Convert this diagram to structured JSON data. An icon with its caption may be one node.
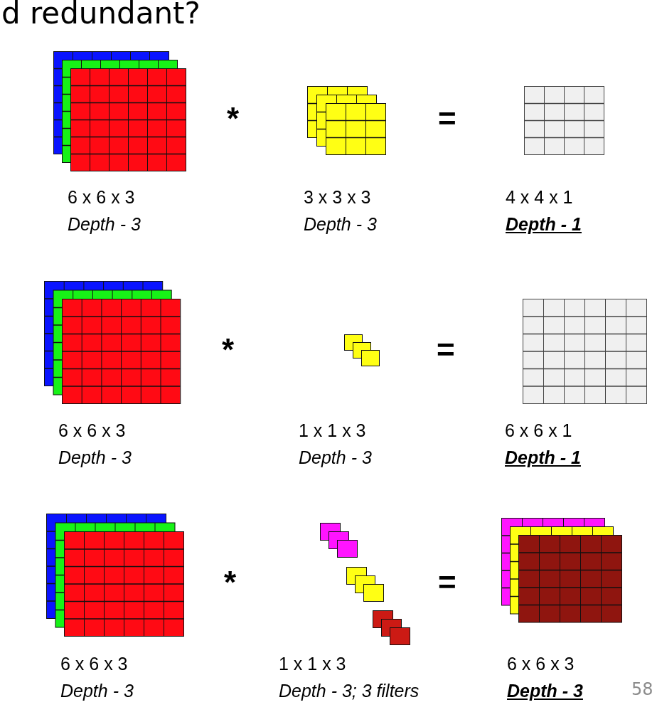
{
  "diagram": {
    "title": "d redundant?",
    "nodes": [
      {
        "text": [
          "6 x 6 x 3",
          "Depth - 3"
        ]
      },
      {
        "text": [
          "3 x 3 x 3",
          "Depth - 3"
        ]
      },
      {
        "text": [
          "4 x 4 x 1",
          "Depth - 1"
        ]
      },
      {
        "text": [
          "6 x 6 x 3",
          "Depth - 3"
        ]
      },
      {
        "text": [
          "1 x 1 x 3",
          "Depth - 3"
        ]
      },
      {
        "text": [
          "6 x 6 x 1",
          "Depth - 1"
        ]
      },
      {
        "text": [
          "6 x 6 x 3",
          "Depth - 3"
        ]
      },
      {
        "text": [
          "1 x 1 x 3",
          "Depth - 3; 3 filters"
        ]
      },
      {
        "text": [
          "6 x 6 x 3",
          "Depth - 3"
        ]
      }
    ],
    "labels": [
      "*",
      "=",
      "*",
      "=",
      "*",
      "=",
      "58"
    ]
  }
}
